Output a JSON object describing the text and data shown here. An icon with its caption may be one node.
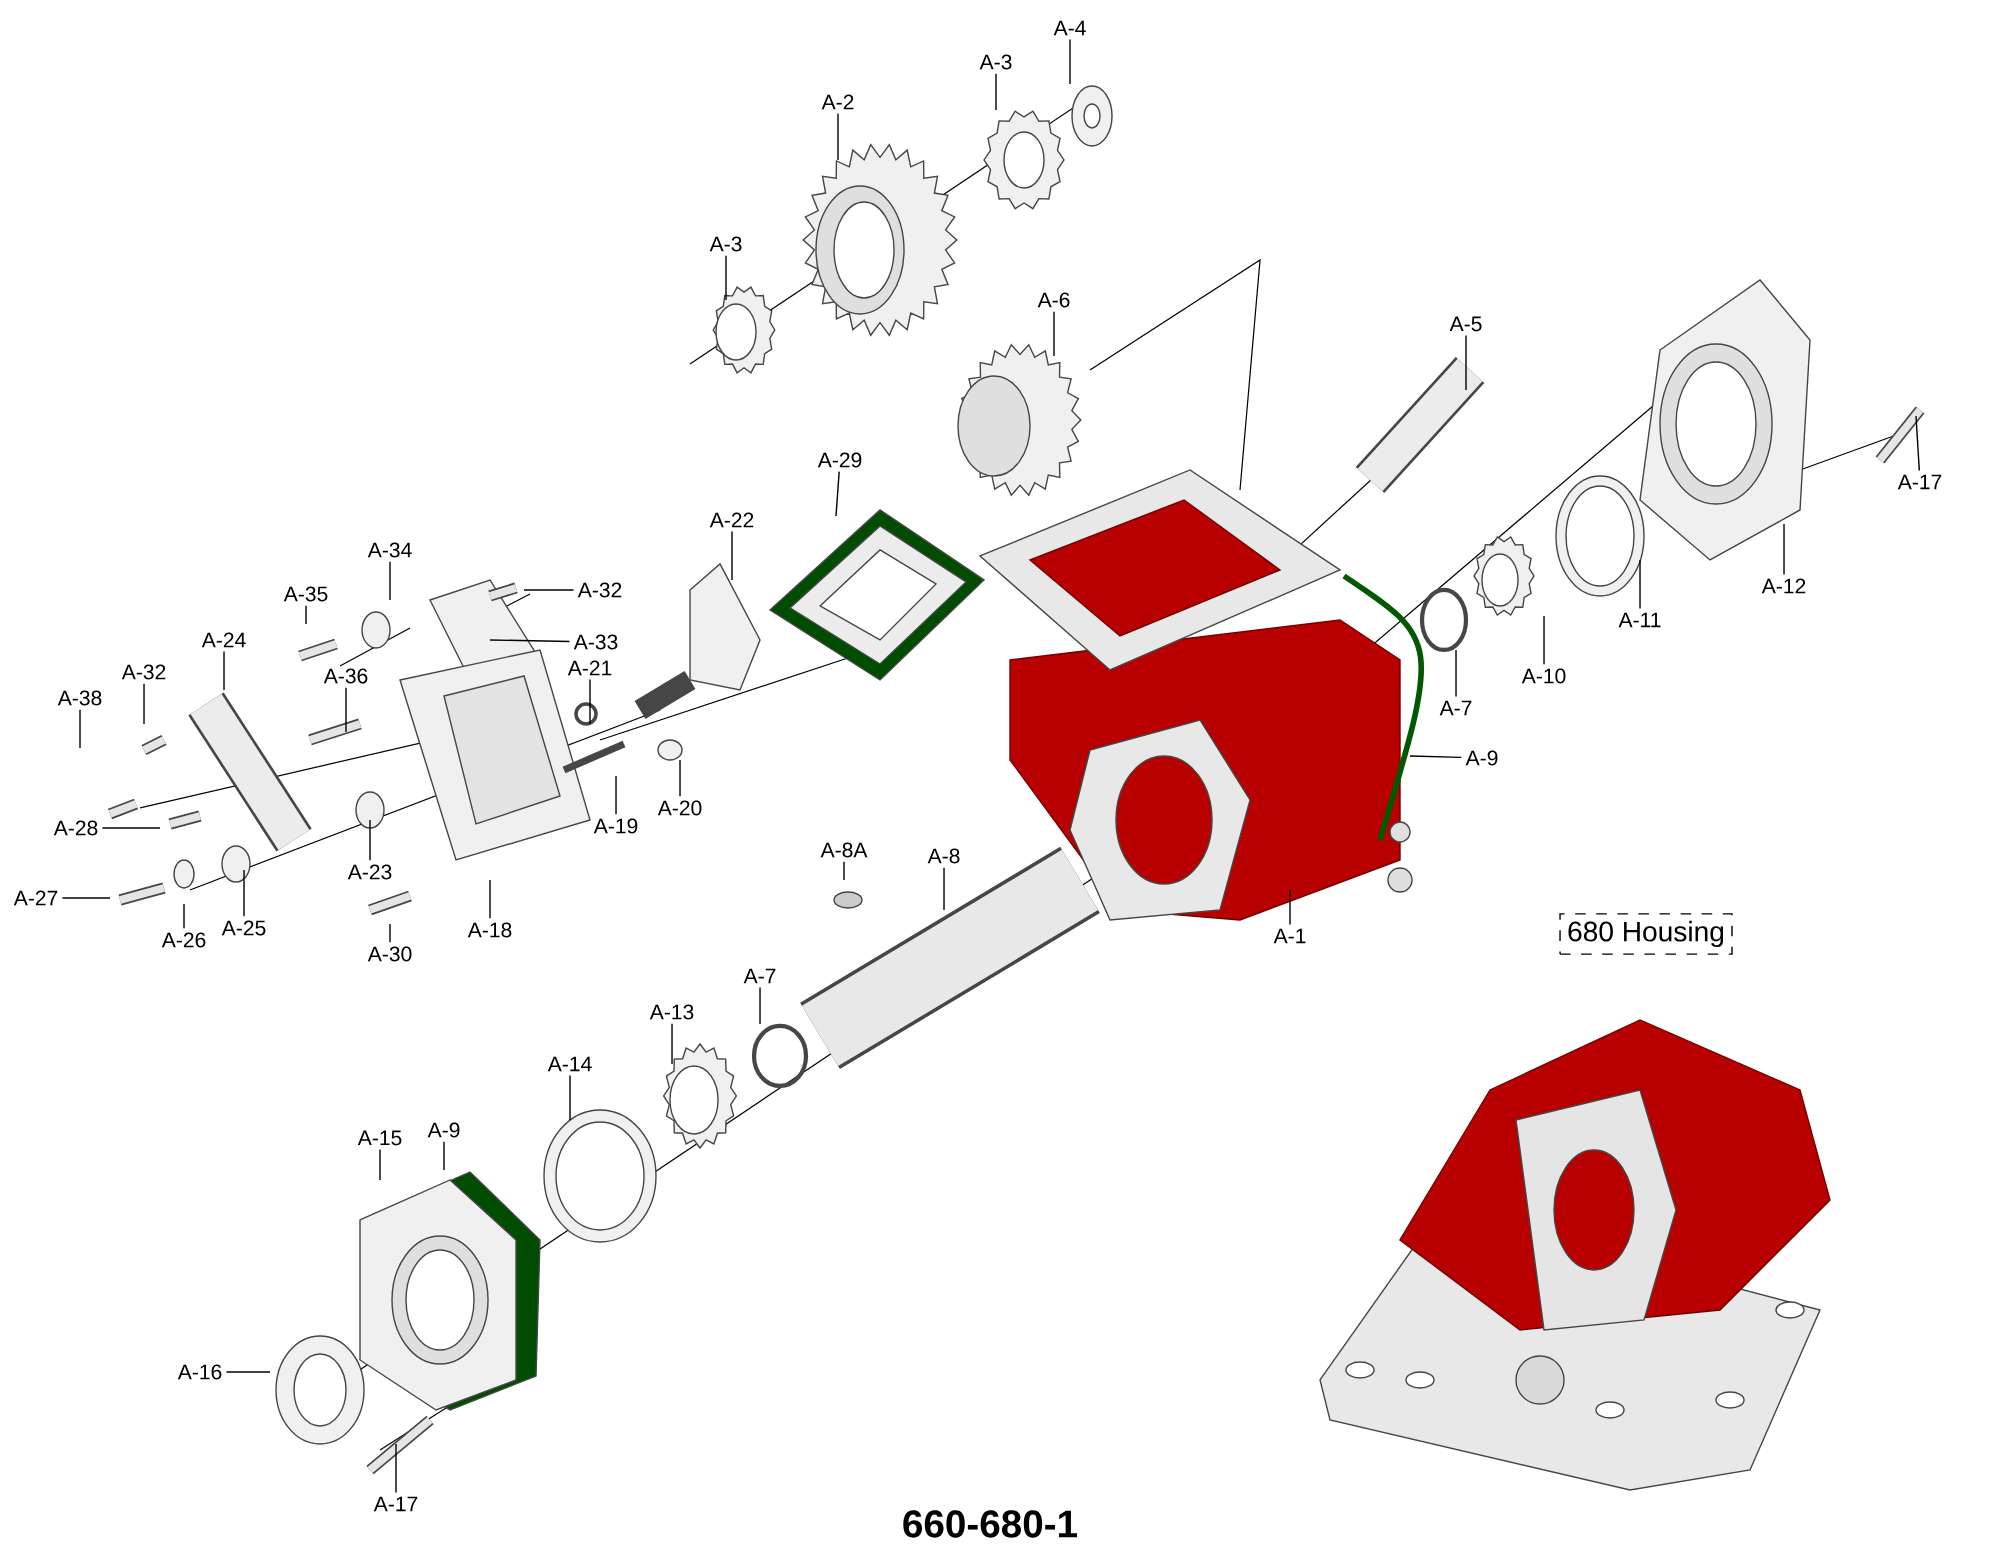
{
  "diagram": {
    "caption": "660-680-1",
    "nodes": [
      {
        "text": [
          "A-4"
        ]
      },
      {
        "text": [
          "A-3"
        ]
      },
      {
        "text": [
          "A-2"
        ]
      },
      {
        "text": [
          "A-3"
        ]
      },
      {
        "text": [
          "A-6"
        ]
      },
      {
        "text": [
          "A-5"
        ]
      },
      {
        "text": [
          "A-17"
        ]
      },
      {
        "text": [
          "A-12"
        ]
      },
      {
        "text": [
          "A-11"
        ]
      },
      {
        "text": [
          "A-10"
        ]
      },
      {
        "text": [
          "A-7"
        ]
      },
      {
        "text": [
          "A-9"
        ]
      },
      {
        "text": [
          "A-22"
        ]
      },
      {
        "text": [
          "A-29"
        ]
      },
      {
        "text": [
          "A-34"
        ]
      },
      {
        "text": [
          "A-35"
        ]
      },
      {
        "text": [
          "A-32"
        ]
      },
      {
        "text": [
          "A-24"
        ]
      },
      {
        "text": [
          "A-33"
        ]
      },
      {
        "text": [
          "A-21"
        ]
      },
      {
        "text": [
          "A-36"
        ]
      },
      {
        "text": [
          "A-32"
        ]
      },
      {
        "text": [
          "A-38"
        ]
      },
      {
        "text": [
          "A-28"
        ]
      },
      {
        "text": [
          "A-19"
        ]
      },
      {
        "text": [
          "A-20"
        ]
      },
      {
        "text": [
          "A-23"
        ]
      },
      {
        "text": [
          "A-27"
        ]
      },
      {
        "text": [
          "A-26"
        ]
      },
      {
        "text": [
          "A-25"
        ]
      },
      {
        "text": [
          "A-30"
        ]
      },
      {
        "text": [
          "A-18"
        ]
      },
      {
        "text": [
          "A-8A"
        ]
      },
      {
        "text": [
          "A-8"
        ]
      },
      {
        "text": [
          "A-1"
        ]
      },
      {
        "text": [
          "A-7"
        ]
      },
      {
        "text": [
          "A-13"
        ]
      },
      {
        "text": [
          "A-14"
        ]
      },
      {
        "text": [
          "A-15"
        ]
      },
      {
        "text": [
          "A-9"
        ]
      },
      {
        "text": [
          "A-16"
        ]
      },
      {
        "text": [
          "A-17"
        ]
      },
      {
        "text": [
          "680 Housing"
        ]
      }
    ],
    "edges": [
      {
        "from": 0,
        "to": null,
        "arrow": "none"
      },
      {
        "from": 1,
        "to": null,
        "arrow": "none"
      },
      {
        "from": 2,
        "to": null,
        "arrow": "none"
      },
      {
        "from": 3,
        "to": null,
        "arrow": "none"
      },
      {
        "from": 4,
        "to": null,
        "arrow": "none"
      },
      {
        "from": 5,
        "to": null,
        "arrow": "none"
      },
      {
        "from": 6,
        "to": null,
        "arrow": "none"
      },
      {
        "from": 7,
        "to": null,
        "arrow": "none"
      },
      {
        "from": 8,
        "to": null,
        "arrow": "none"
      },
      {
        "from": 9,
        "to": null,
        "arrow": "none"
      },
      {
        "from": 10,
        "to": null,
        "arrow": "none"
      },
      {
        "from": 11,
        "to": null,
        "arrow": "none"
      },
      {
        "from": 12,
        "to": null,
        "arrow": "none"
      },
      {
        "from": 13,
        "to": null,
        "arrow": "none"
      },
      {
        "from": 14,
        "to": null,
        "arrow": "none"
      },
      {
        "from": 15,
        "to": null,
        "arrow": "none"
      },
      {
        "from": 16,
        "to": null,
        "arrow": "none"
      },
      {
        "from": 17,
        "to": null,
        "arrow": "none"
      },
      {
        "from": 18,
        "to": null,
        "arrow": "none"
      },
      {
        "from": 19,
        "to": null,
        "arrow": "none"
      },
      {
        "from": 20,
        "to": null,
        "arrow": "none"
      },
      {
        "from": 21,
        "to": null,
        "arrow": "none"
      },
      {
        "from": 22,
        "to": null,
        "arrow": "none"
      },
      {
        "from": 23,
        "to": null,
        "arrow": "none"
      },
      {
        "from": 24,
        "to": null,
        "arrow": "none"
      },
      {
        "from": 25,
        "to": null,
        "arrow": "none"
      },
      {
        "from": 26,
        "to": null,
        "arrow": "none"
      },
      {
        "from": 27,
        "to": null,
        "arrow": "none"
      },
      {
        "from": 28,
        "to": null,
        "arrow": "none"
      },
      {
        "from": 29,
        "to": null,
        "arrow": "none"
      },
      {
        "from": 30,
        "to": null,
        "arrow": "none"
      },
      {
        "from": 31,
        "to": null,
        "arrow": "none"
      },
      {
        "from": 32,
        "to": null,
        "arrow": "none"
      },
      {
        "from": 33,
        "to": null,
        "arrow": "none"
      },
      {
        "from": 34,
        "to": null,
        "arrow": "none"
      },
      {
        "from": 35,
        "to": null,
        "arrow": "none"
      },
      {
        "from": 36,
        "to": null,
        "arrow": "none"
      },
      {
        "from": 37,
        "to": null,
        "arrow": "none"
      },
      {
        "from": 38,
        "to": null,
        "arrow": "none"
      },
      {
        "from": 39,
        "to": null,
        "arrow": "none"
      },
      {
        "from": 40,
        "to": null,
        "arrow": "none"
      },
      {
        "from": 41,
        "to": null,
        "arrow": "none"
      }
    ]
  }
}
